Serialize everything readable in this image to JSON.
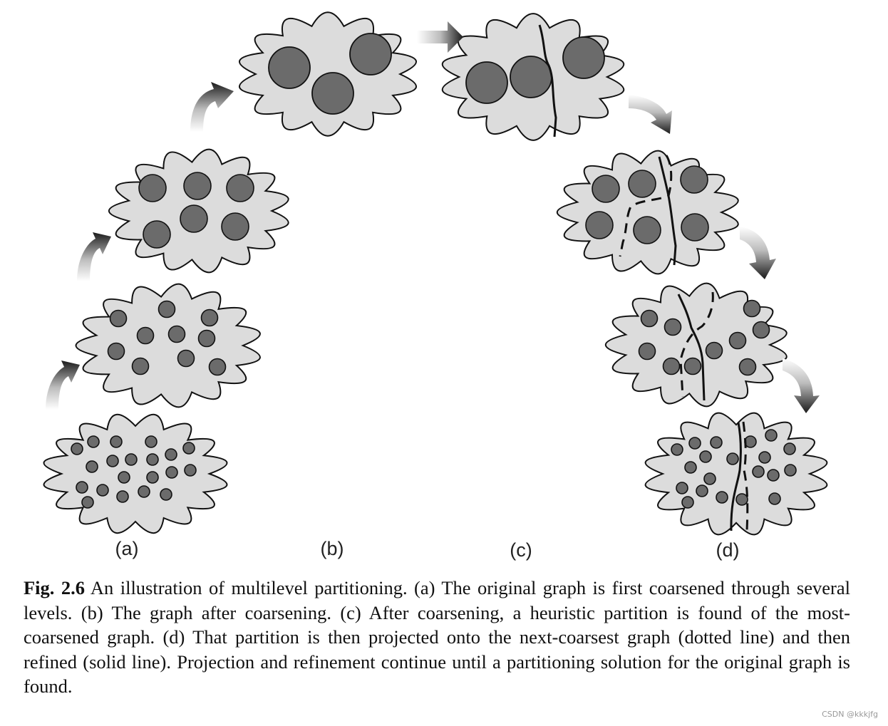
{
  "labels": {
    "a": "(a)",
    "b": "(b)",
    "c": "(c)",
    "d": "(d)"
  },
  "caption": {
    "fig_label": "Fig. 2.6",
    "text": "An illustration of multilevel partitioning. (a) The original graph is first coarsened through several levels. (b) The graph after coarsening. (c) After coarsening, a heuristic partition is found of the most-coarsened graph. (d) That partition is then projected onto the next-coarsest graph (dotted line) and then refined (solid line). Projection and refinement continue until a partitioning solution for the original graph is found."
  },
  "watermark": "CSDN @kkkjfg",
  "colors": {
    "cloud_fill": "#dcdcdc",
    "node_fill": "#6b6b6b",
    "arrow_dark": "#1a1a1a",
    "outline": "#111111"
  },
  "icons": [
    "curved-arrow-icon",
    "cloud-graph"
  ]
}
